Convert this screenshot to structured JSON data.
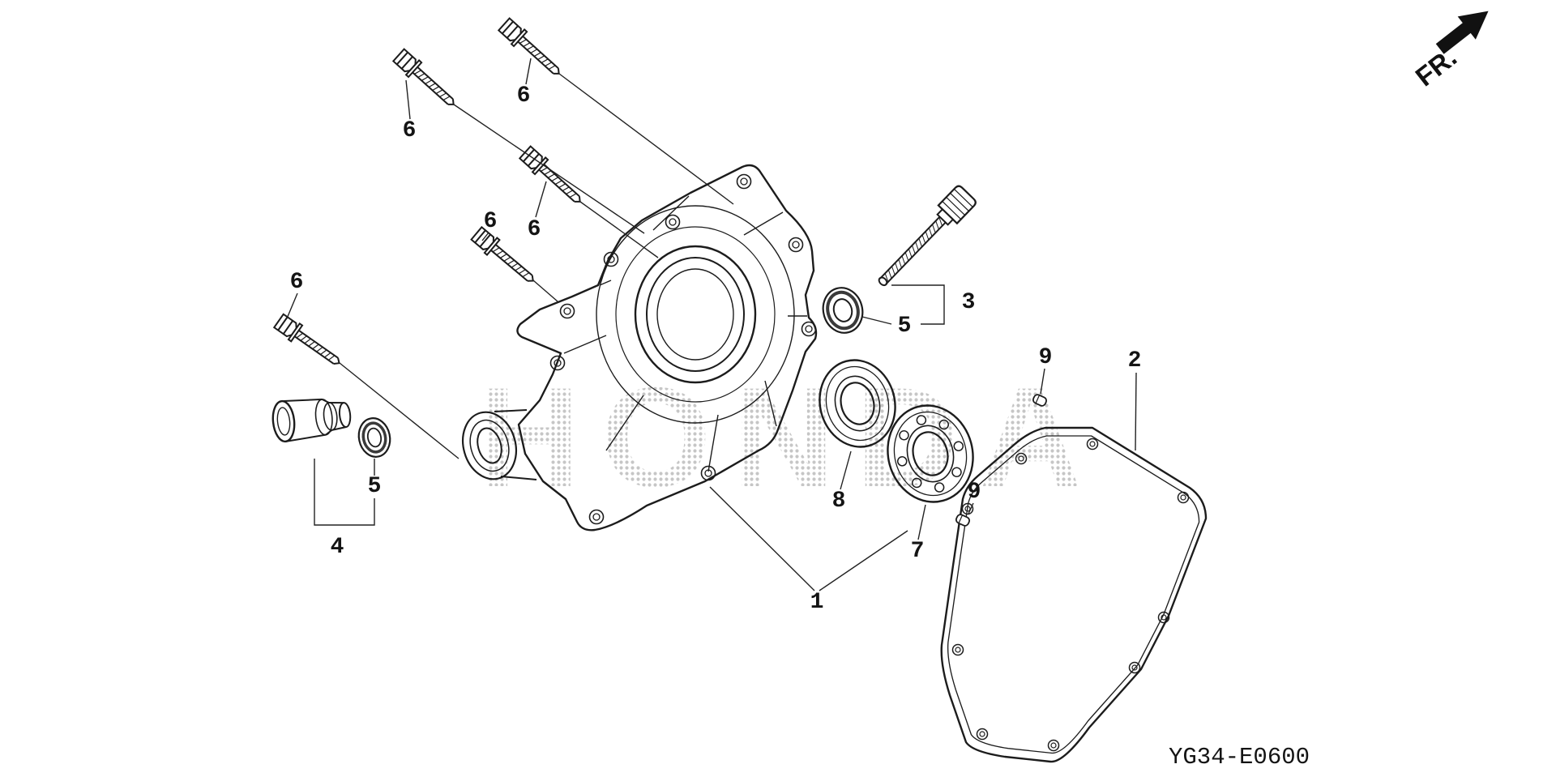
{
  "diagram": {
    "code": "YG34-E0600",
    "fr_label": "FR.",
    "watermark": "HONDA"
  },
  "labels": [
    {
      "part": "6"
    },
    {
      "part": "6"
    },
    {
      "part": "6"
    },
    {
      "part": "6"
    },
    {
      "part": "6"
    },
    {
      "part": "3"
    },
    {
      "part": "5"
    },
    {
      "part": "9"
    },
    {
      "part": "2"
    },
    {
      "part": "5"
    },
    {
      "part": "4"
    },
    {
      "part": "8"
    },
    {
      "part": "9"
    },
    {
      "part": "7"
    },
    {
      "part": "1"
    }
  ]
}
